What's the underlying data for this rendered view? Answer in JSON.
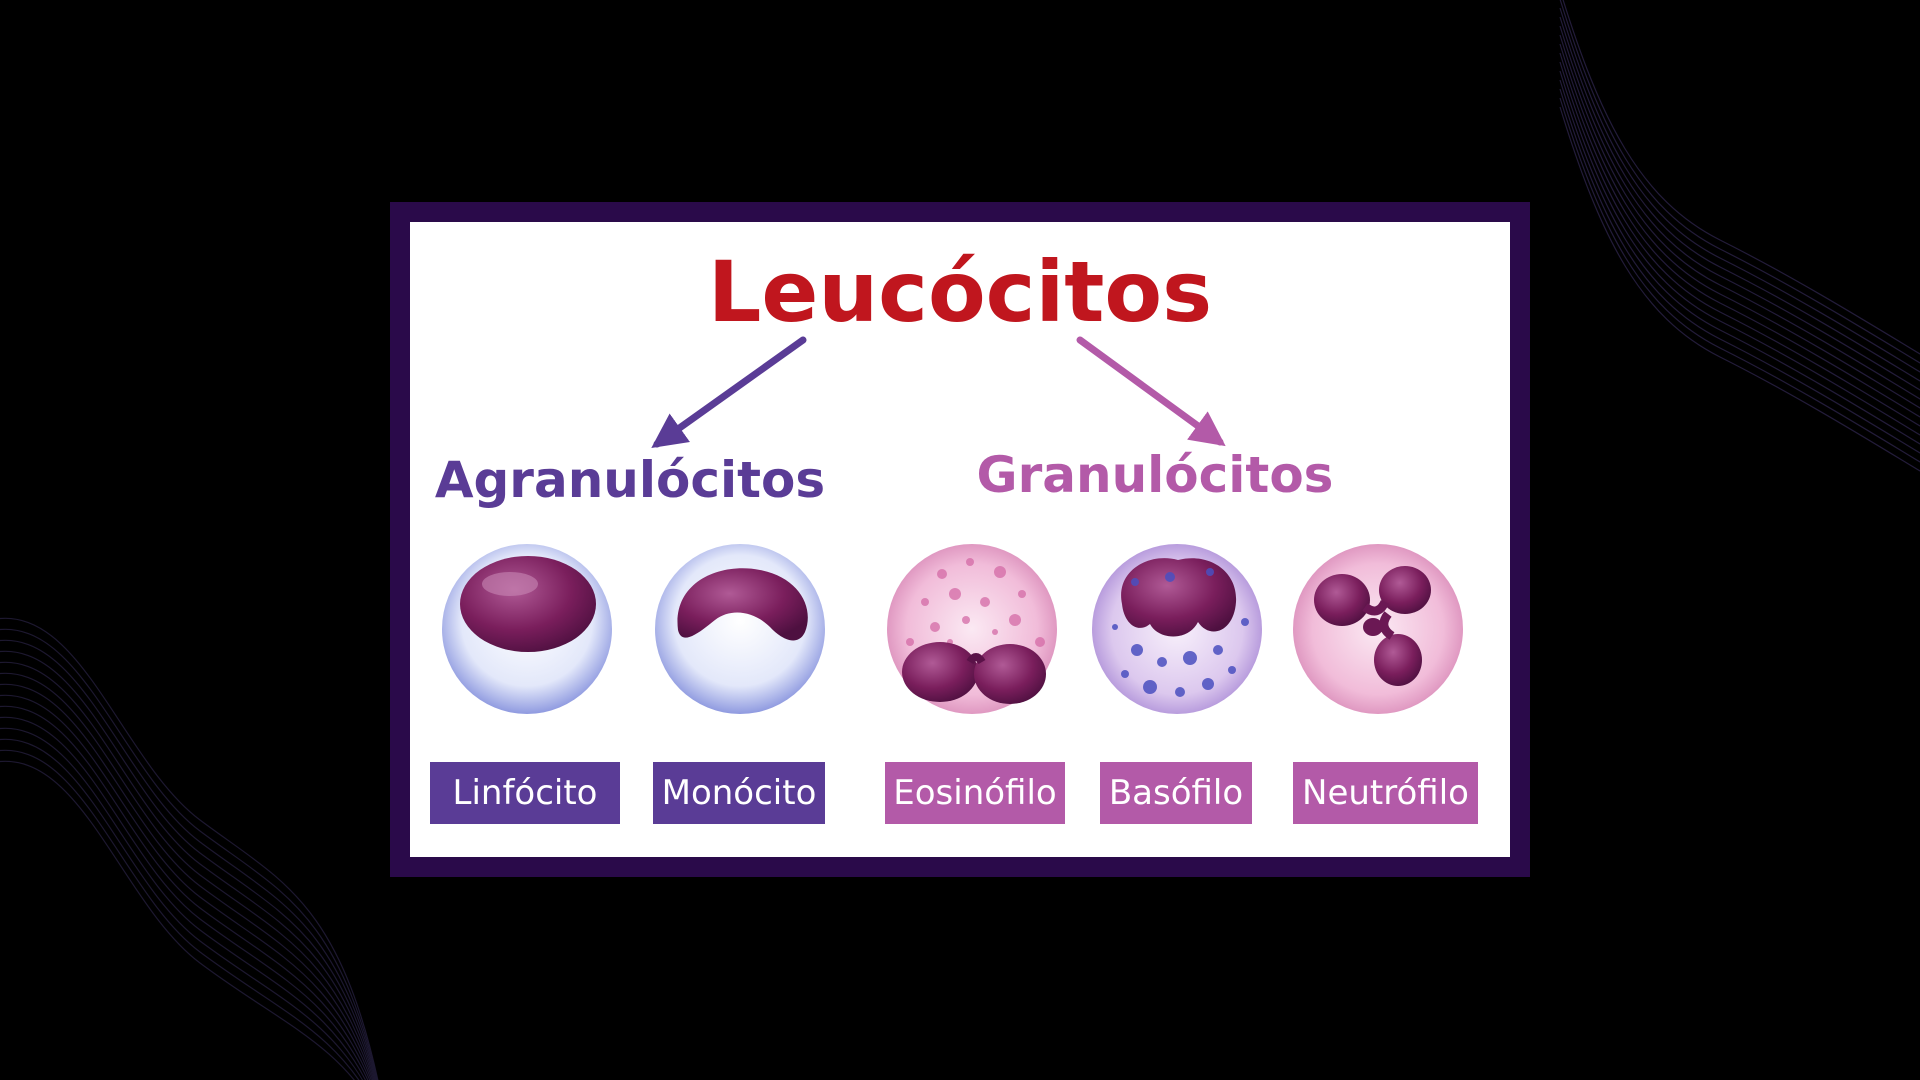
{
  "diagram": {
    "title": "Leucócitos",
    "groups": {
      "agranulocytes": "Agranulócitos",
      "granulocytes": "Granulócitos"
    },
    "cells": [
      {
        "label": "Linfócito",
        "group": "agranulocytes"
      },
      {
        "label": "Monócito",
        "group": "agranulocytes"
      },
      {
        "label": "Eosinófilo",
        "group": "granulocytes"
      },
      {
        "label": "Basófilo",
        "group": "granulocytes"
      },
      {
        "label": "Neutrófilo",
        "group": "granulocytes"
      }
    ]
  },
  "colors": {
    "title": "#c0161e",
    "agranulocytes": "#5a3c96",
    "granulocytes": "#b35aa8",
    "frame": "#2a0a4a",
    "background": "#000000"
  }
}
